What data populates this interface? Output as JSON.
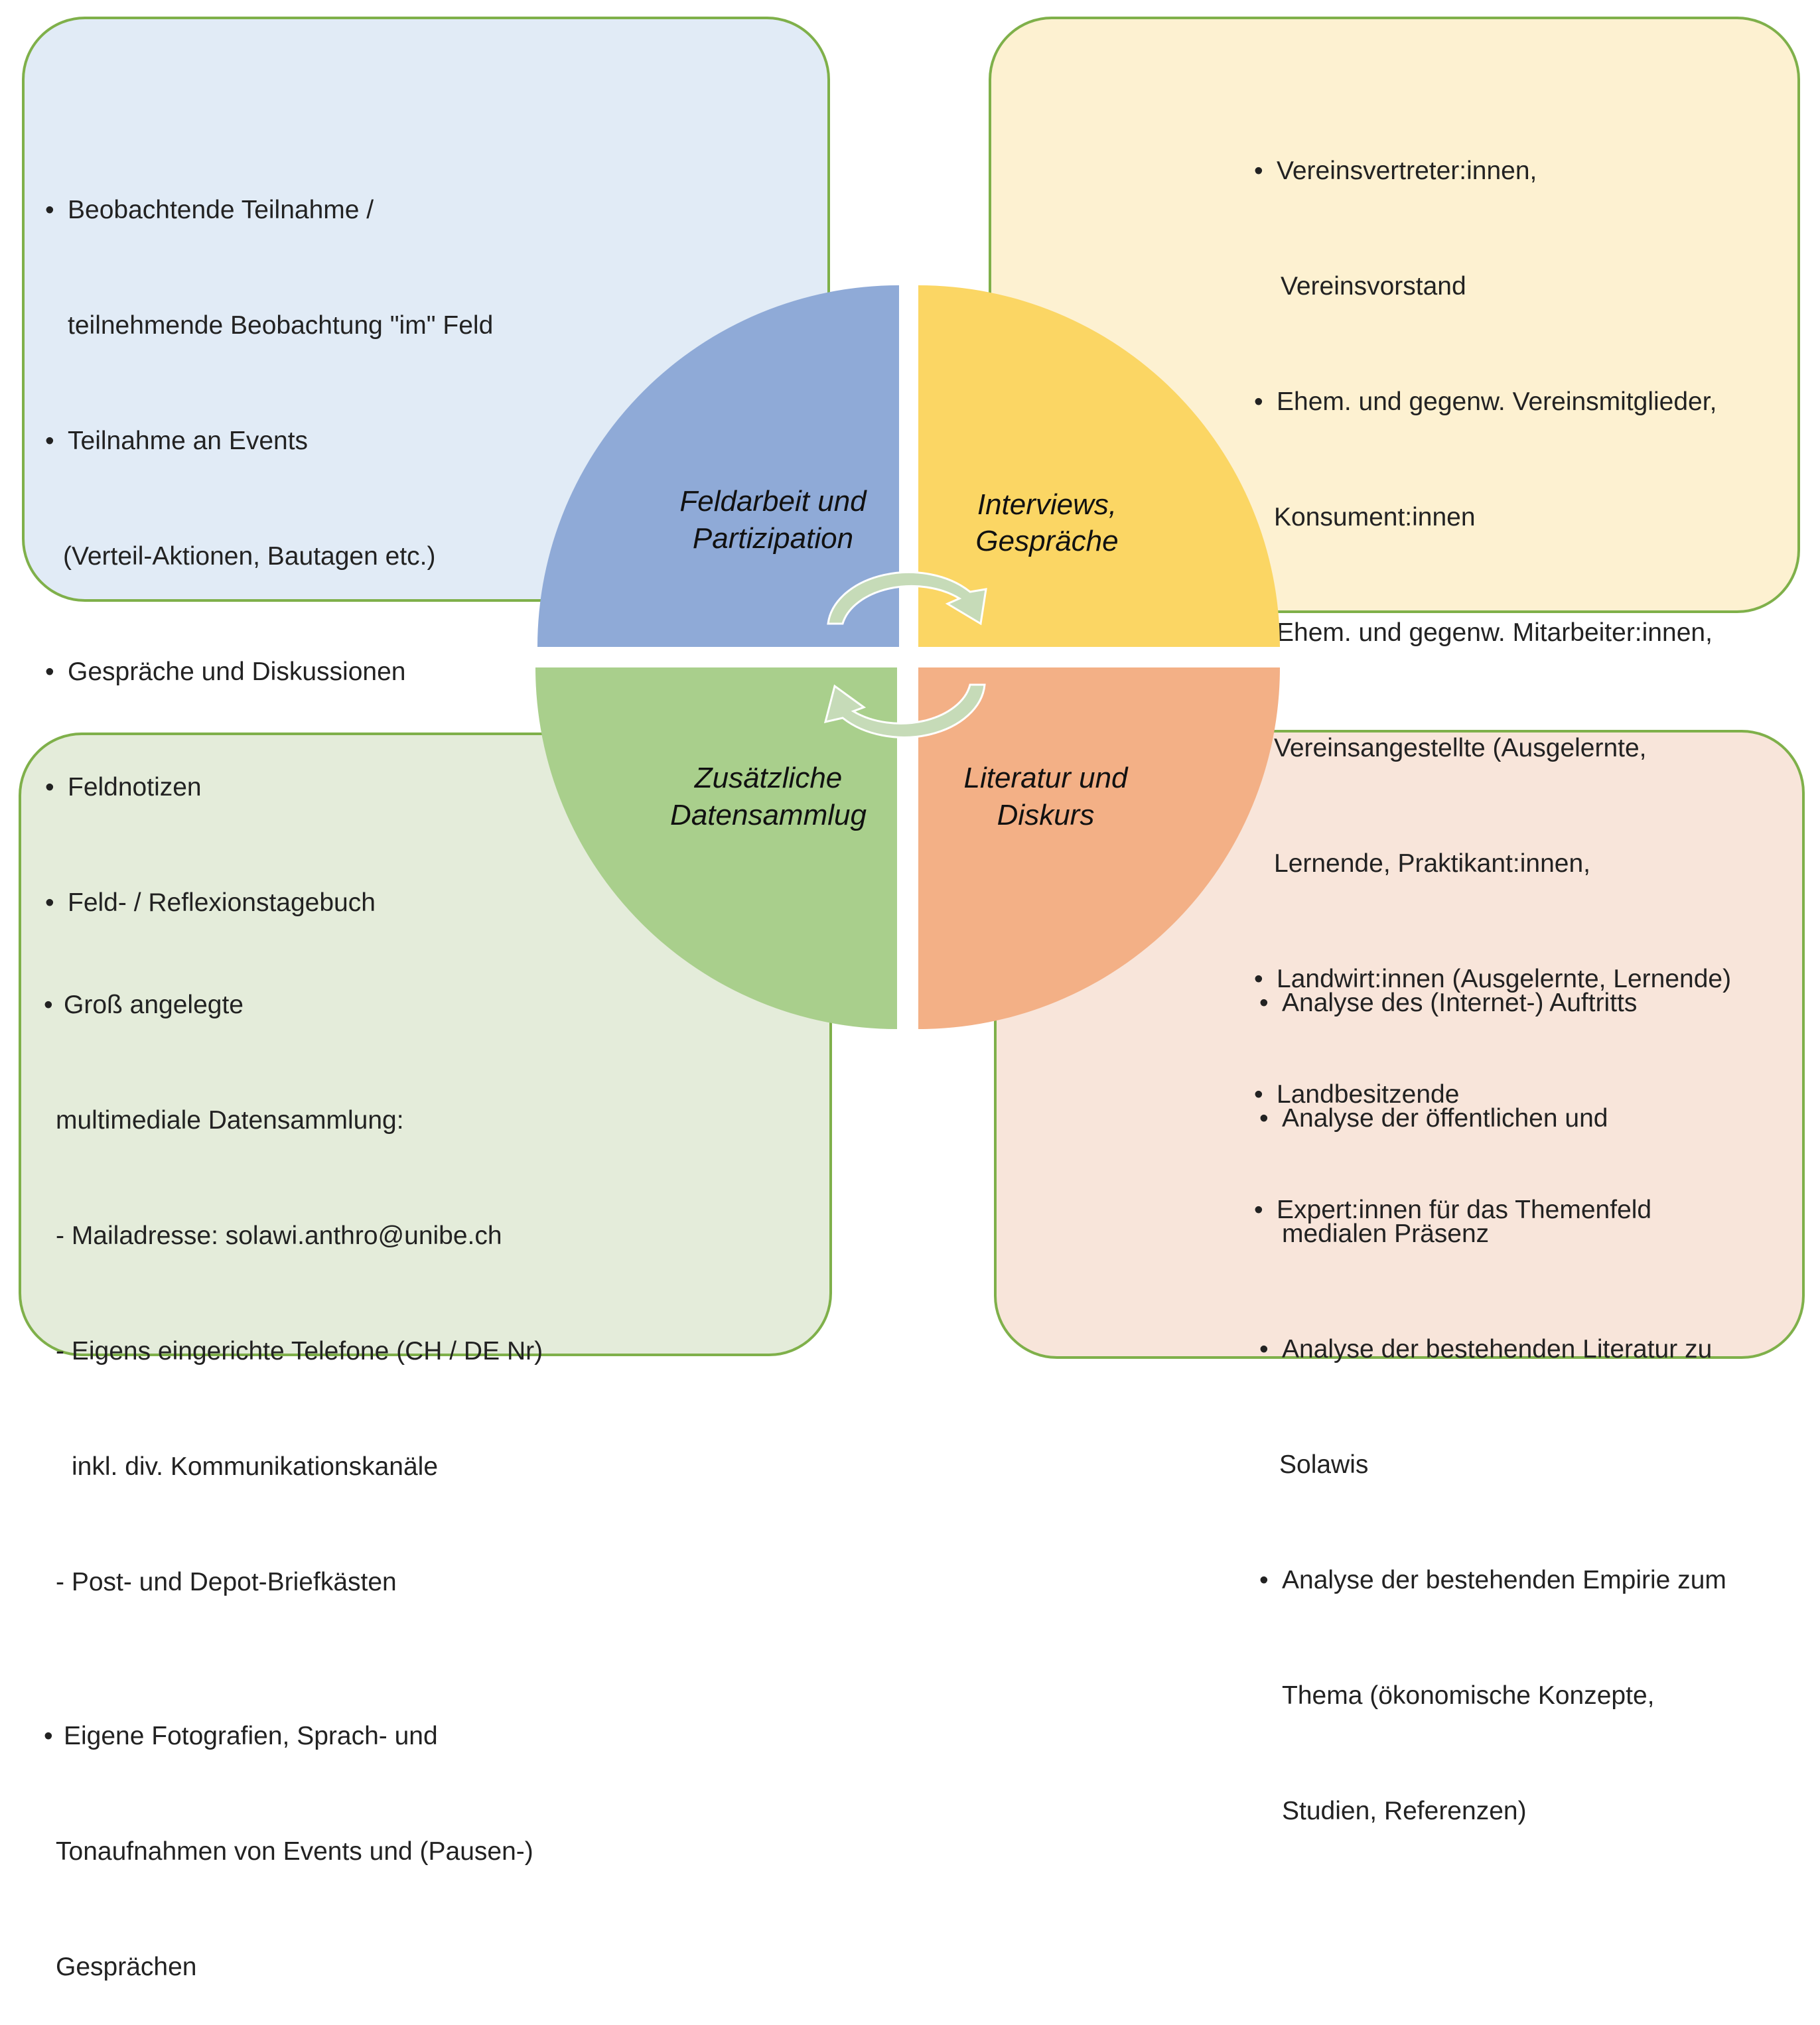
{
  "quadrants": {
    "top_left": {
      "title_line1": "Feldarbeit und",
      "title_line2": "Partizipation",
      "color": "#8faad7",
      "box_color": "#e1ebf6",
      "items": [
        "Beobachtende Teilnahme /",
        "teilnehmende Beobachtung \"im\" Feld",
        "Teilnahme an Events",
        "(Verteil-Aktionen, Bautagen etc.)",
        "Gespräche und Diskussionen",
        "Feldnotizen",
        "Feld- / Reflexionstagebuch"
      ]
    },
    "top_right": {
      "title_line1": "Interviews,",
      "title_line2": "Gespräche",
      "color": "#fbd664",
      "box_color": "#fdf1d1",
      "items": [
        "Vereinsvertreter:innen,",
        "Vereinsvorstand",
        "Ehem. und gegenw. Vereinsmitglieder,",
        "Konsument:innen",
        "Ehem. und gegenw. Mitarbeiter:innen,",
        "Vereinsangestellte (Ausgelernte,",
        "Lernende, Praktikant:innen,",
        "Landwirt:innen (Ausgelernte, Lernende)",
        "Landbesitzende",
        "Expert:innen für das Themenfeld"
      ]
    },
    "bottom_left": {
      "title_line1": "Zusätzliche",
      "title_line2": "Datensammlug",
      "color": "#a9cf8c",
      "box_color": "#e4ecda",
      "items": [
        "Groß angelegte",
        "multimediale Datensammlung:",
        "- Mailadresse: solawi.anthro@unibe.ch",
        "- Eigens eingerichte Telefone (CH / DE Nr)",
        "inkl. div. Kommunikationskanäle",
        "- Post- und Depot-Briefkästen",
        "Eigene Fotografien, Sprach- und",
        "Tonaufnahmen von Events und (Pausen-)",
        "Gesprächen"
      ]
    },
    "bottom_right": {
      "title_line1": "Literatur und",
      "title_line2": "Diskurs",
      "color": "#f3b086",
      "box_color": "#f8e5da",
      "items": [
        "Analyse des (Internet-) Auftritts",
        "Analyse der öffentlichen und",
        "medialen Präsenz",
        "Analyse der bestehenden Literatur zu",
        "Solawis",
        "Analyse der bestehenden Empirie zum",
        "Thema (ökonomische Konzepte,",
        "Studien, Referenzen)"
      ]
    }
  },
  "bullet": "•",
  "arrow_color": "#c6dbb8",
  "border_color": "#7fb04a"
}
